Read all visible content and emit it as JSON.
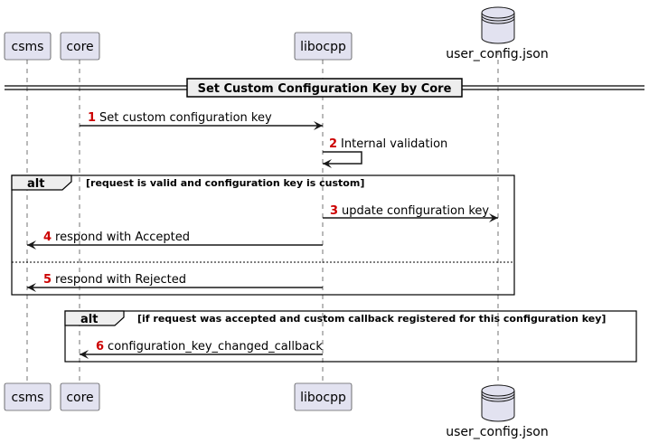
{
  "participants": {
    "csms": "csms",
    "core": "core",
    "libocpp": "libocpp",
    "user_config": "user_config.json"
  },
  "section_title": "Set Custom Configuration Key by Core",
  "messages": [
    {
      "num": "1",
      "text": "Set custom configuration key"
    },
    {
      "num": "2",
      "text": "Internal validation"
    },
    {
      "num": "3",
      "text": "update configuration key"
    },
    {
      "num": "4",
      "text": "respond with Accepted"
    },
    {
      "num": "5",
      "text": "respond with Rejected"
    },
    {
      "num": "6",
      "text": "configuration_key_changed_callback"
    }
  ],
  "fragments": [
    {
      "label": "alt",
      "guard": "[request is valid and configuration key is custom]"
    },
    {
      "label": "alt",
      "guard": "[if request was accepted and custom callback registered for this configuration key]"
    }
  ]
}
